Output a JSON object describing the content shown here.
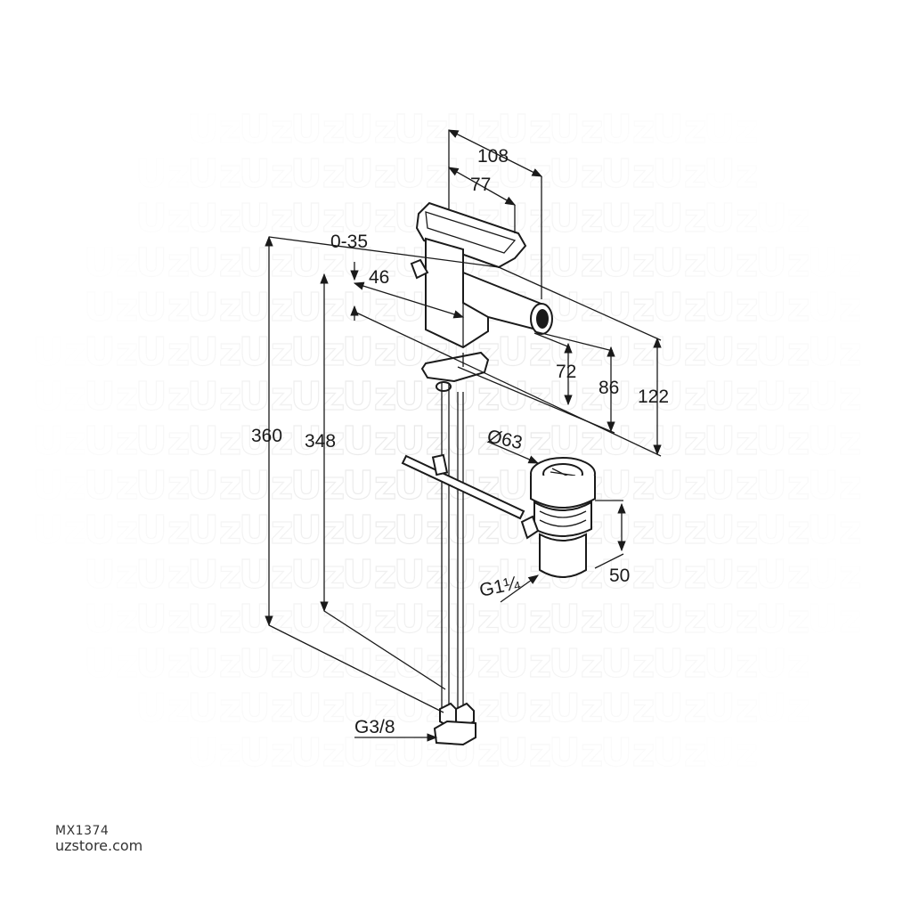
{
  "watermark": {
    "text": "Uz"
  },
  "dimensions": {
    "total_width": "108",
    "spout_width": "77",
    "lever_range": "0-35",
    "spout_offset": "46",
    "height_72": "72",
    "height_86": "86",
    "height_122": "122",
    "drain_diameter": "Ø63",
    "drain_height": "50",
    "drain_thread": "G1¼",
    "total_height": "360",
    "hose_length": "348",
    "connection_thread": "G3/8"
  },
  "footer": {
    "product_code": "MX1374",
    "website": "uzstore.com"
  }
}
